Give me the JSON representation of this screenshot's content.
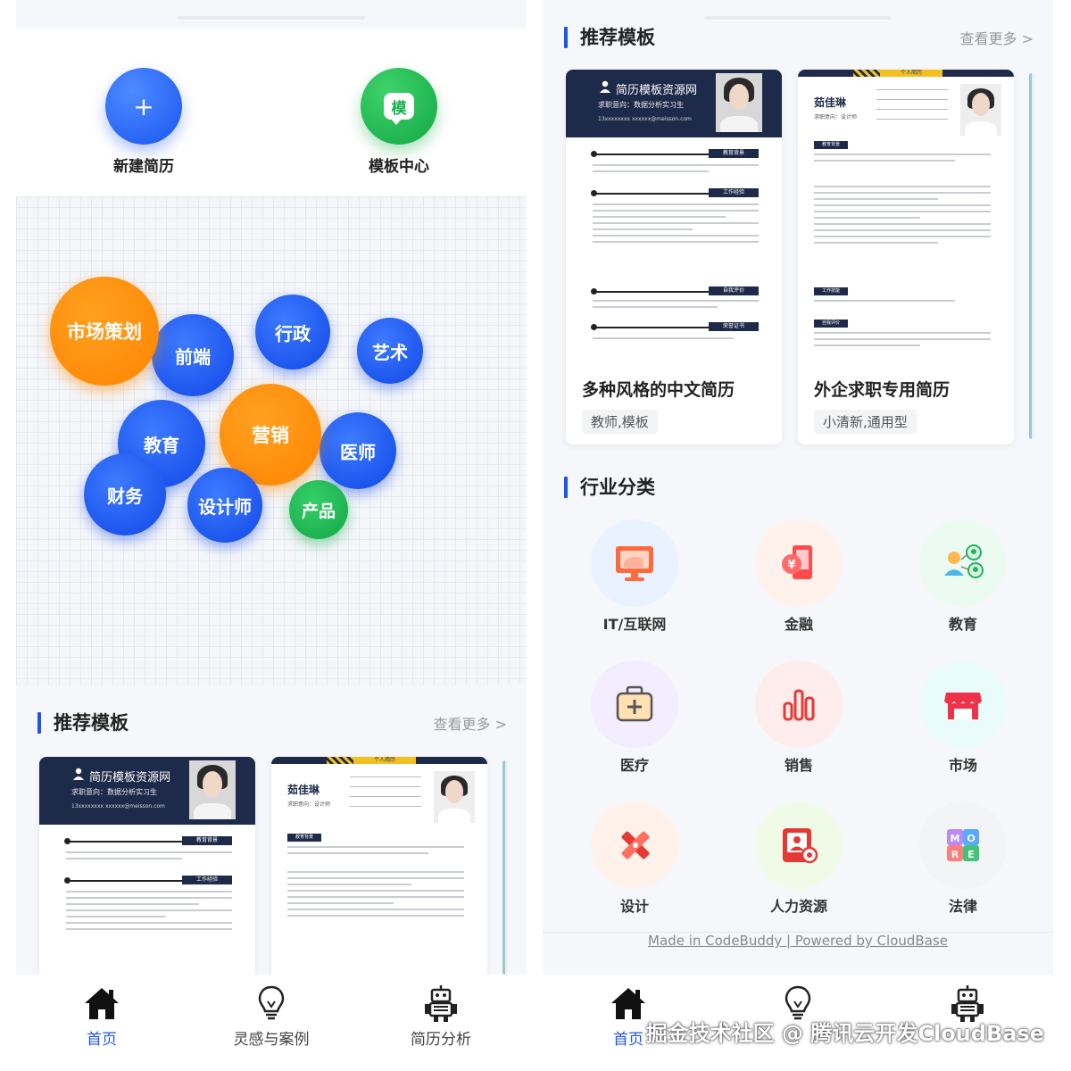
{
  "left": {
    "actions": [
      {
        "label": "新建简历",
        "glyph": "+",
        "color": "#1f5ef5"
      },
      {
        "label": "模板中心",
        "glyph": "模",
        "color": "#18b04c"
      }
    ],
    "bubbles": [
      {
        "label": "市场策划",
        "kind": "orange"
      },
      {
        "label": "前端",
        "kind": "blue"
      },
      {
        "label": "行政",
        "kind": "blue"
      },
      {
        "label": "艺术",
        "kind": "blue"
      },
      {
        "label": "教育",
        "kind": "blue"
      },
      {
        "label": "营销",
        "kind": "orange"
      },
      {
        "label": "医师",
        "kind": "blue"
      },
      {
        "label": "财务",
        "kind": "blue"
      },
      {
        "label": "设计师",
        "kind": "blue"
      },
      {
        "label": "产品",
        "kind": "green"
      }
    ],
    "section": {
      "title": "推荐模板",
      "more": "查看更多 >"
    }
  },
  "templates": [
    {
      "title": "多种风格的中文简历",
      "tags": "教师,模板",
      "preview": {
        "site": "简历模板资源网",
        "intent": "求职意向：数据分析实习生",
        "contact": "13xxxxxxxx  xxxxxx@meisson.com",
        "sections": [
          "教育背景",
          "工作经验",
          "自我评价",
          "荣誉证书"
        ]
      }
    },
    {
      "title": "外企求职专用简历",
      "tags": "小清新,通用型",
      "preview": {
        "ribbon": "个人简历",
        "name": "茹佳琳",
        "intent": "求职意向：设计师",
        "sections": [
          "教育背景",
          "工作技能",
          "自我评价"
        ]
      }
    }
  ],
  "right": {
    "recommend": {
      "title": "推荐模板",
      "more": "查看更多 >"
    },
    "industry": {
      "title": "行业分类",
      "items": [
        {
          "label": "IT/互联网",
          "icon": "monitor-icon",
          "bg": "#eaf2ff"
        },
        {
          "label": "金融",
          "icon": "finance-icon",
          "bg": "#fff1ec"
        },
        {
          "label": "教育",
          "icon": "education-icon",
          "bg": "#ebfbf2"
        },
        {
          "label": "医疗",
          "icon": "medical-kit-icon",
          "bg": "#f4ecff"
        },
        {
          "label": "销售",
          "icon": "bar-chart-icon",
          "bg": "#ffecec"
        },
        {
          "label": "市场",
          "icon": "store-icon",
          "bg": "#eafbfc"
        },
        {
          "label": "设计",
          "icon": "design-tools-icon",
          "bg": "#fff2ea"
        },
        {
          "label": "人力资源",
          "icon": "hr-icon",
          "bg": "#effbe6"
        },
        {
          "label": "法律",
          "icon": "law-blocks-icon",
          "bg": "#f3f4f6"
        }
      ]
    },
    "footer": "Made in CodeBuddy | Powered by CloudBase"
  },
  "tabbar": [
    {
      "label": "首页",
      "icon": "home-icon"
    },
    {
      "label": "灵感与案例",
      "icon": "lightbulb-icon"
    },
    {
      "label": "简历分析",
      "icon": "robot-icon"
    }
  ],
  "watermark": "掘金技术社区 @ 腾讯云开发CloudBase"
}
